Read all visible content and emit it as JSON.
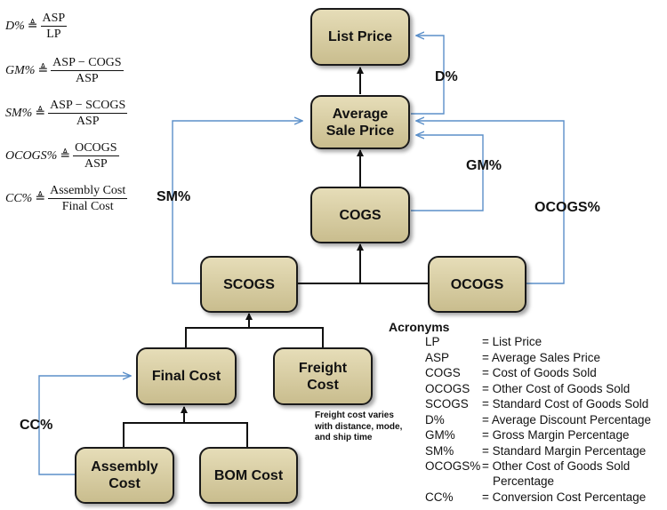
{
  "nodes": {
    "list_price": "List Price",
    "average_sale_price": "Average Sale Price",
    "cogs": "COGS",
    "scogs": "SCOGS",
    "ocogs": "OCOGS",
    "final_cost": "Final Cost",
    "freight_cost": "Freight Cost",
    "assembly_cost": "Assembly Cost",
    "bom_cost": "BOM Cost"
  },
  "edge_labels": {
    "d": "D%",
    "gm": "GM%",
    "sm": "SM%",
    "ocogs": "OCOGS%",
    "cc": "CC%"
  },
  "formulas": [
    {
      "lhs": "D%",
      "op": "≜",
      "num": "ASP",
      "den": "LP"
    },
    {
      "lhs": "GM%",
      "op": "≜",
      "num": "ASP − COGS",
      "den": "ASP"
    },
    {
      "lhs": "SM%",
      "op": "≜",
      "num": "ASP − SCOGS",
      "den": "ASP"
    },
    {
      "lhs": "OCOGS%",
      "op": "≜",
      "num": "OCOGS",
      "den": "ASP"
    },
    {
      "lhs": "CC%",
      "op": "≜",
      "num": "Assembly Cost",
      "den": "Final Cost"
    }
  ],
  "freight_note": "Freight cost varies with distance, mode, and ship time",
  "acronyms": {
    "title": "Acronyms",
    "items": [
      {
        "abbr": "LP",
        "def": "= List Price"
      },
      {
        "abbr": "ASP",
        "def": "= Average Sales Price"
      },
      {
        "abbr": "COGS",
        "def": "= Cost of Goods Sold"
      },
      {
        "abbr": "OCOGS",
        "def": "= Other Cost of Goods Sold"
      },
      {
        "abbr": "SCOGS",
        "def": "= Standard Cost of Goods Sold"
      },
      {
        "abbr": "D%",
        "def": "= Average Discount Percentage"
      },
      {
        "abbr": "GM%",
        "def": "= Gross Margin Percentage"
      },
      {
        "abbr": "SM%",
        "def": "= Standard Margin Percentage"
      },
      {
        "abbr": "OCOGS%",
        "def": "= Other Cost of Goods Sold Percentage"
      },
      {
        "abbr": "CC%",
        "def": "= Conversion Cost Percentage"
      }
    ]
  },
  "colors": {
    "node_fill": "#d8cfa4",
    "connector": "#111111",
    "ratio_arrow": "#5b8fc9"
  }
}
